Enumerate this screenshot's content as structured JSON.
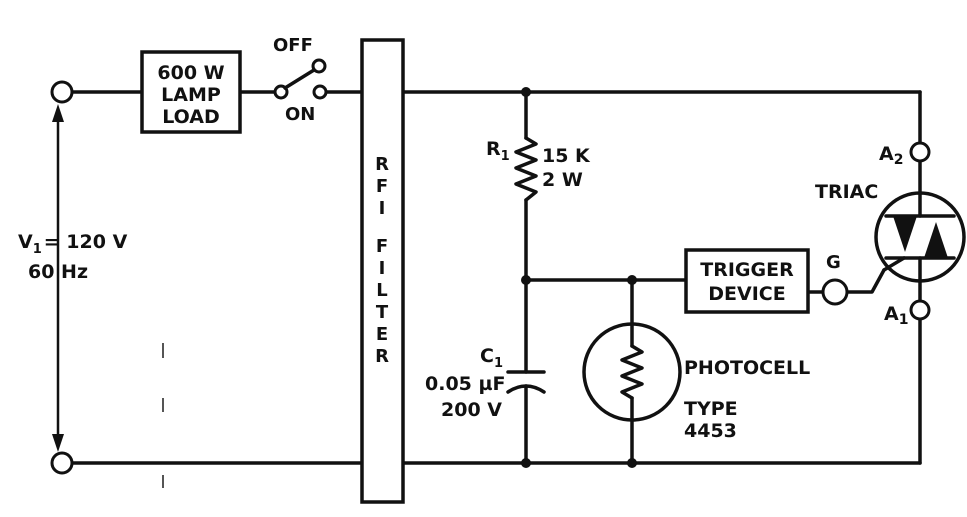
{
  "source": {
    "voltage_label": "V",
    "voltage_sub": "1",
    "voltage_value": "= 120 V",
    "frequency": "60 Hz"
  },
  "lamp": {
    "line1": "600 W",
    "line2": "LAMP",
    "line3": "LOAD"
  },
  "switch": {
    "off_label": "OFF",
    "on_label": "ON"
  },
  "rfi_filter": {
    "letters": [
      "R",
      "F",
      "I",
      "",
      "F",
      "I",
      "L",
      "T",
      "E",
      "R"
    ]
  },
  "resistor": {
    "ref": "R",
    "ref_sub": "1",
    "value1": "15 K",
    "value2": "2 W"
  },
  "capacitor": {
    "ref": "C",
    "ref_sub": "1",
    "value1": "0.05 µF",
    "value2": "200 V"
  },
  "photocell": {
    "name": "PHOTOCELL",
    "type_line1": "TYPE",
    "type_line2": "4453"
  },
  "trigger": {
    "line1": "TRIGGER",
    "line2": "DEVICE"
  },
  "triac": {
    "name": "TRIAC",
    "a2_label": "A",
    "a2_sub": "2",
    "a1_label": "A",
    "a1_sub": "1",
    "gate_label": "G"
  }
}
